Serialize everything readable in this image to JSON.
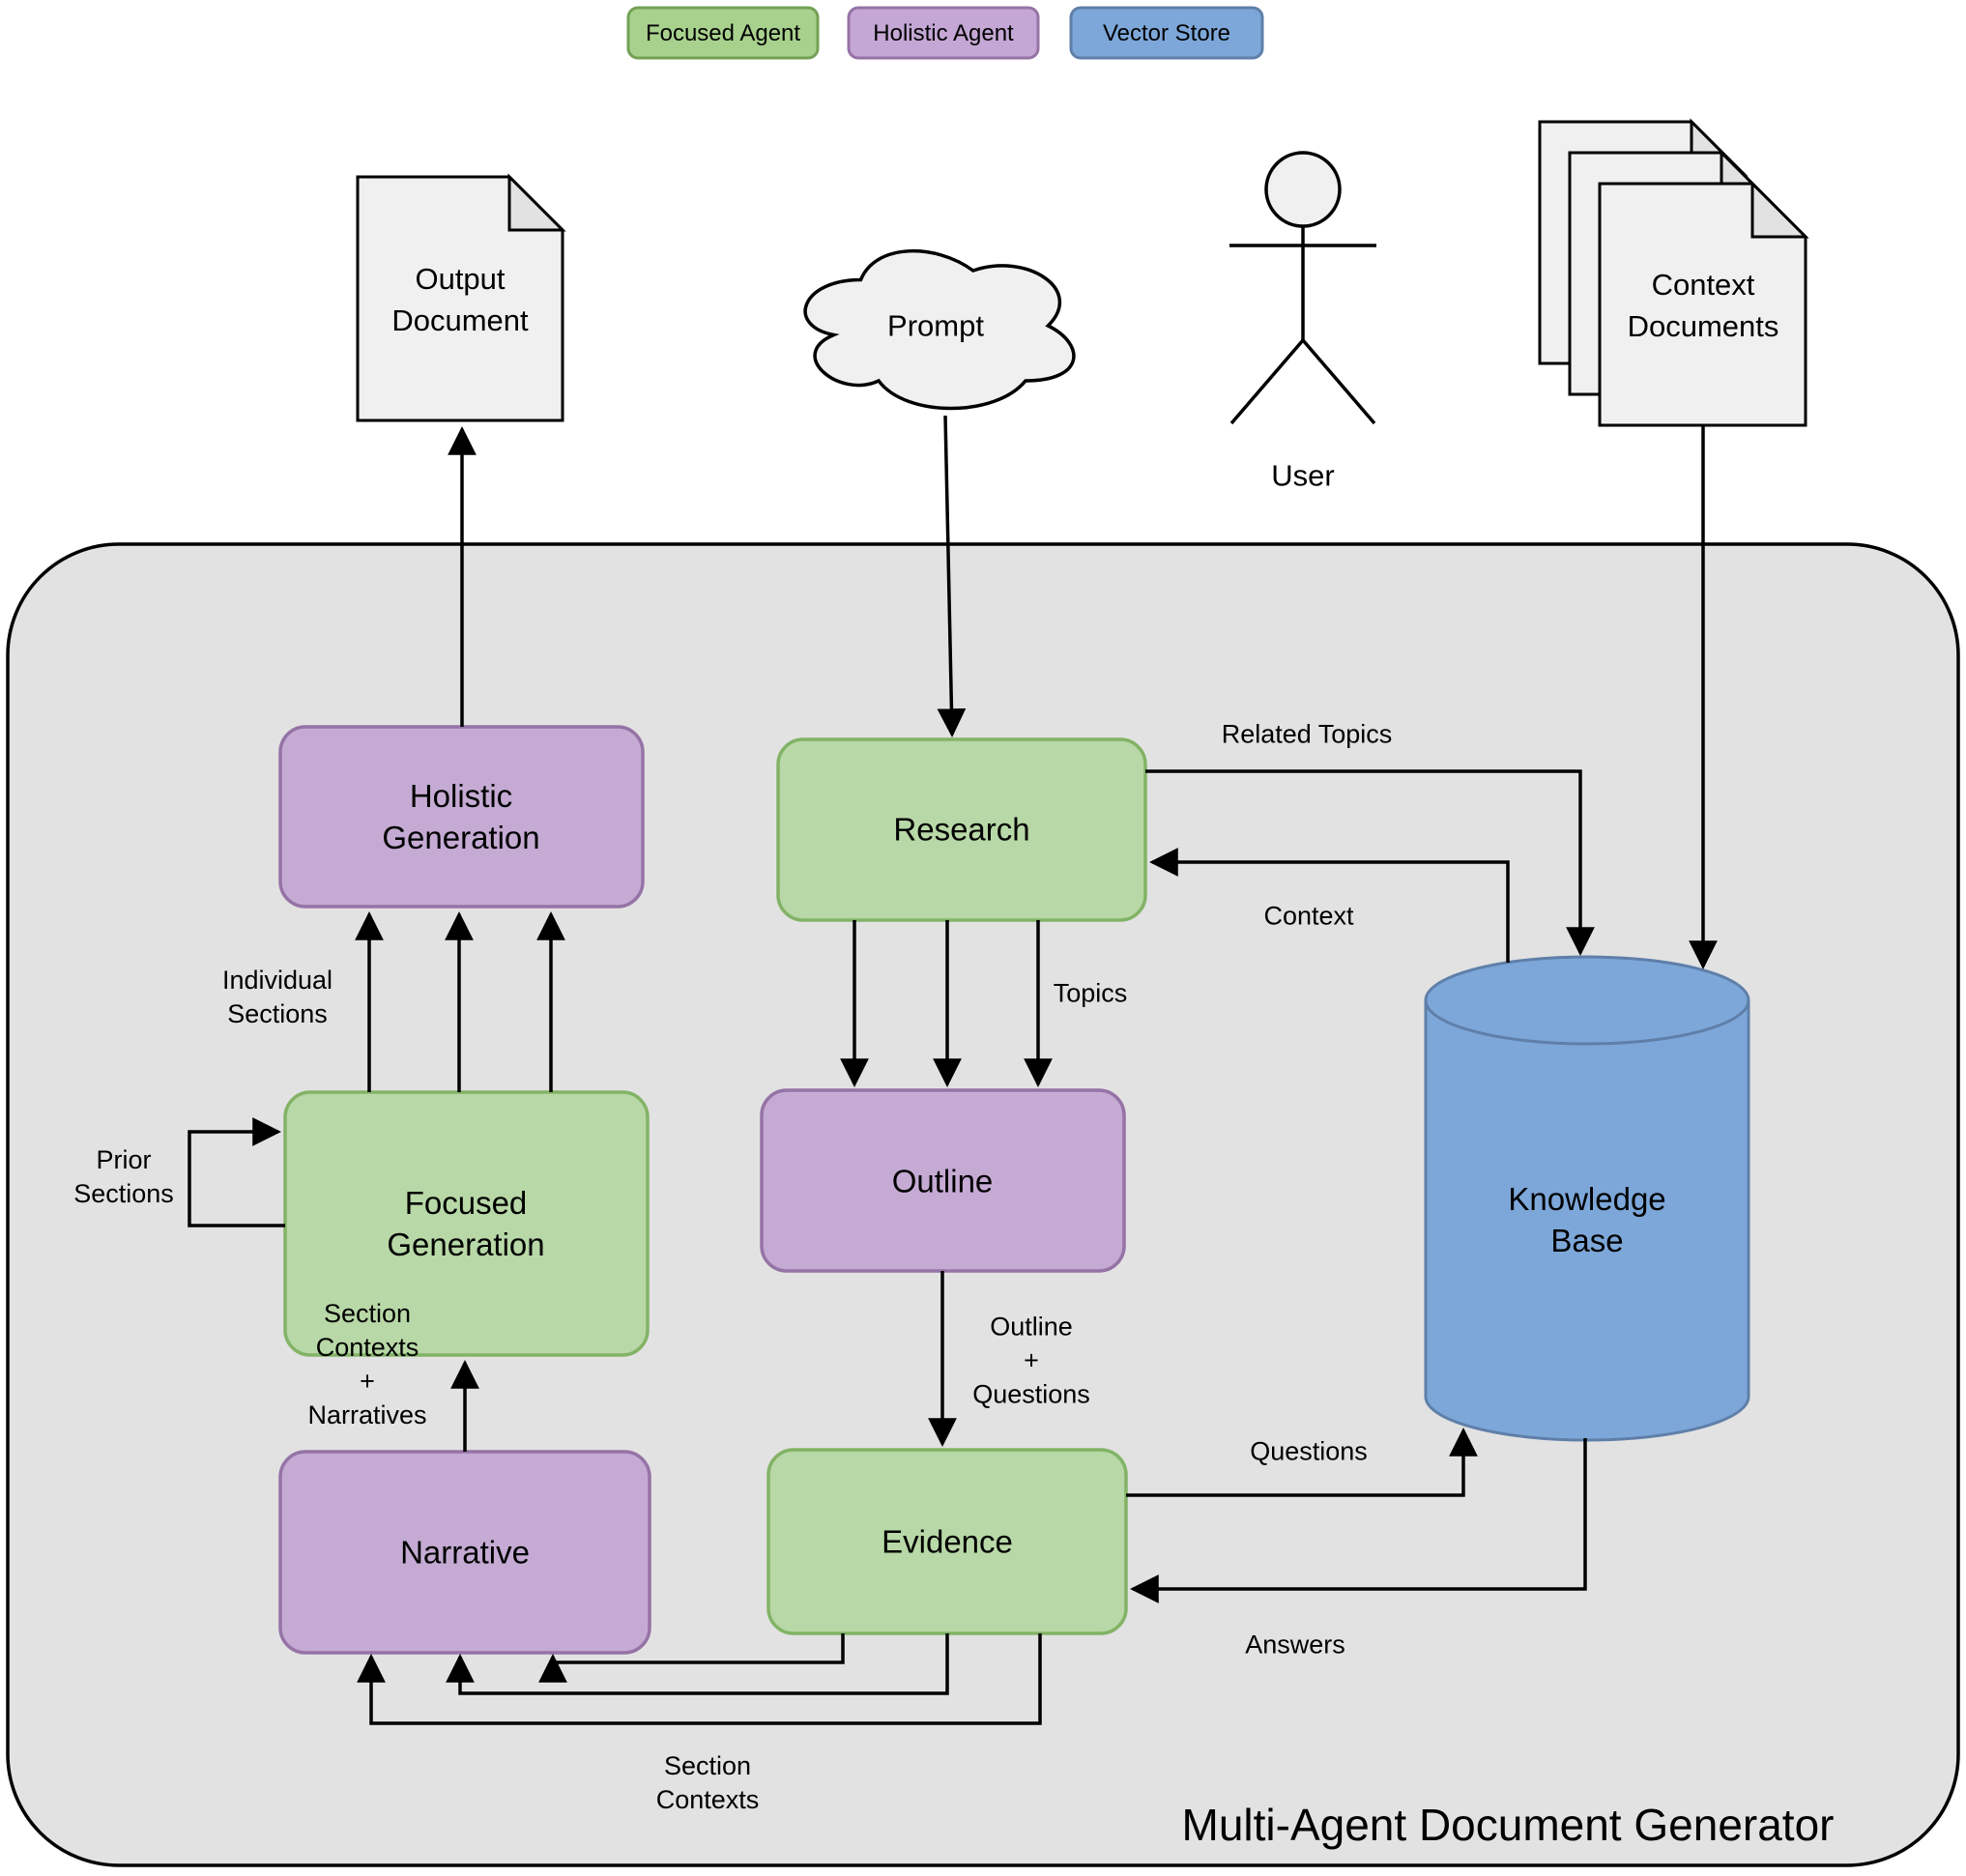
{
  "diagram": {
    "title": "Multi-Agent Document Generator",
    "legend": [
      {
        "label": "Focused Agent",
        "fill": "#a9d18e",
        "stroke": "#72a154"
      },
      {
        "label": "Holistic Agent",
        "fill": "#c4a7d4",
        "stroke": "#9673a6"
      },
      {
        "label": "Vector Store",
        "fill": "#7da7d9",
        "stroke": "#5f7fa9"
      }
    ],
    "external": {
      "output_document": "Output\nDocument",
      "prompt": "Prompt",
      "user": "User",
      "context_documents": "Context\nDocuments"
    },
    "nodes": {
      "holistic_generation": "Holistic\nGeneration",
      "research": "Research",
      "focused_generation": "Focused\nGeneration",
      "outline": "Outline",
      "narrative": "Narrative",
      "evidence": "Evidence",
      "knowledge_base": "Knowledge\nBase"
    },
    "edge_labels": {
      "related_topics": "Related Topics",
      "context": "Context",
      "topics": "Topics",
      "individual_sections": "Individual\nSections",
      "prior_sections": "Prior\nSections",
      "section_contexts_narratives": "Section\nContexts\n+\nNarratives",
      "outline_questions": "Outline\n+\nQuestions",
      "questions": "Questions",
      "answers": "Answers",
      "section_contexts": "Section\nContexts"
    },
    "colors": {
      "green_fill": "#b8d8a7",
      "green_stroke": "#82b366",
      "purple_fill": "#c5abd4",
      "purple_stroke": "#9673a6",
      "blue_fill": "#7da7d9",
      "blue_stroke": "#5f7fa9",
      "container_fill": "#e2e2e2",
      "container_stroke": "#000000",
      "shape_fill": "#f0f0f0",
      "shape_fold": "#e2e2e2",
      "line": "#000000"
    }
  }
}
